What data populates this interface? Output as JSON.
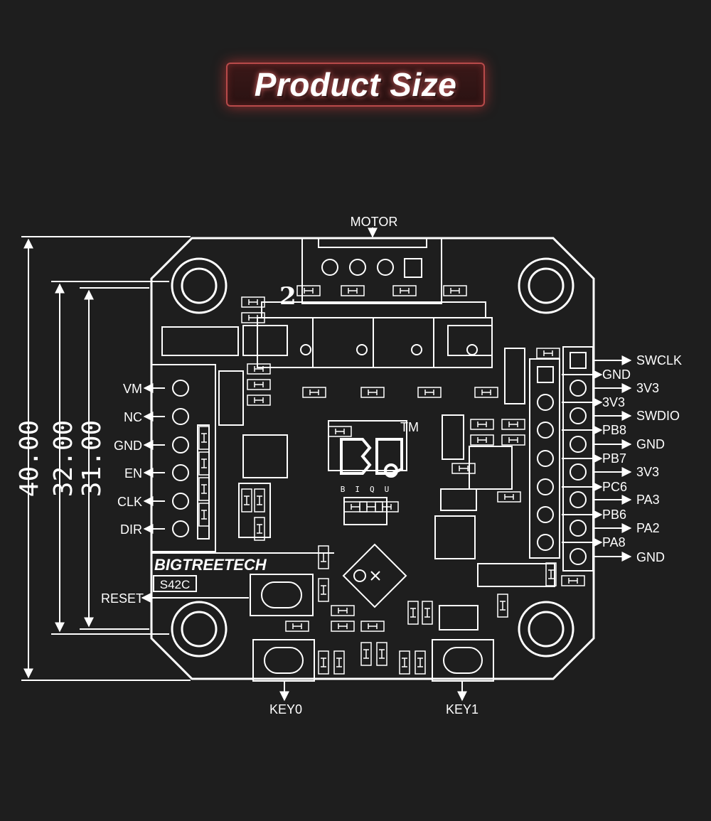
{
  "title": "Product Size",
  "dimensions": {
    "outer": "40.00",
    "mid": "32.00",
    "inner": "31.00"
  },
  "labels": {
    "motor": "MOTOR",
    "left_pins": [
      "VM",
      "NC",
      "GND",
      "EN",
      "CLK",
      "DIR"
    ],
    "right_outer": [
      "SWCLK",
      "3V3",
      "SWDIO",
      "GND",
      "3V3",
      "PA3",
      "PA2",
      "GND"
    ],
    "right_inner": [
      "GND",
      "3V3",
      "PB8",
      "PB7",
      "PC6",
      "PB6",
      "PA8"
    ],
    "reset": "RESET",
    "key0": "KEY0",
    "key1": "KEY1",
    "brand": "BIGTREETECH",
    "model": "S42C",
    "tm": "TM",
    "connector_num": "2",
    "logo_sub": "BIQU"
  },
  "colors": {
    "background": "#1e1e1e",
    "line": "#ffffff",
    "title_border": "#b84a4a"
  }
}
